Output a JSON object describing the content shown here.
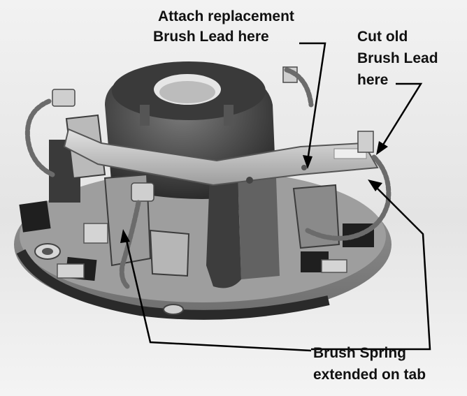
{
  "labels": {
    "attach_line1": "Attach replacement",
    "attach_line2": "Brush Lead here",
    "cut_line1": "Cut old",
    "cut_line2": "Brush Lead",
    "cut_line3": "here",
    "spring_line1": "Brush Spring",
    "spring_line2": "extended on tab"
  },
  "colors": {
    "background": "#ffffff",
    "metal_light": "#c9c9c9",
    "metal_dark": "#3a3a3a",
    "plastic": "#4a4a4a",
    "leader": "#000000"
  }
}
